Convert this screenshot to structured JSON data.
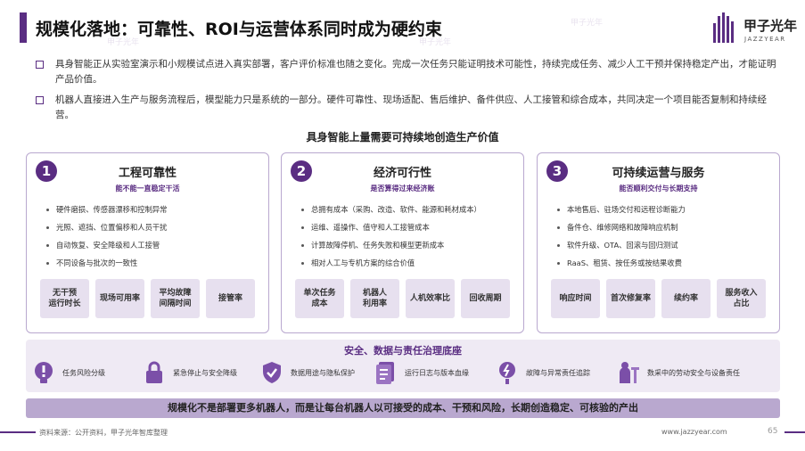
{
  "header": {
    "title": "规模化落地：可靠性、ROI与运营体系同时成为硬约束",
    "logo_cn": "甲子光年",
    "logo_en": "JAZZYEAR"
  },
  "bullets": [
    "具身智能正从实验室演示和小规模试点进入真实部署，客户评价标准也随之变化。完成一次任务只能证明技术可能性，持续完成任务、减少人工干预并保持稳定产出，才能证明产品价值。",
    "机器人直接进入生产与服务流程后，模型能力只是系统的一部分。硬件可靠性、现场适配、售后维护、备件供应、人工接管和综合成本，共同决定一个项目能否复制和持续经营。"
  ],
  "subtitle": "具身智能上量需要可持续地创造生产价值",
  "cards": [
    {
      "num": "1",
      "title": "工程可靠性",
      "subtitle": "能不能一直稳定干活",
      "items": [
        "硬件磨损、传感器漂移和控制异常",
        "光照、遮挡、位置偏移和人员干扰",
        "自动恢复、安全降级和人工接管",
        "不同设备与批次的一致性"
      ],
      "metrics": [
        "无干预\n运行时长",
        "现场可用率",
        "平均故障\n间隔时间",
        "接管率"
      ]
    },
    {
      "num": "2",
      "title": "经济可行性",
      "subtitle": "是否算得过来经济账",
      "items": [
        "总拥有成本（采购、改造、软件、能源和耗材成本）",
        "运维、遥操作、值守和人工接管成本",
        "计算故障停机、任务失败和模型更新成本",
        "相对人工与专机方案的综合价值"
      ],
      "metrics": [
        "单次任务\n成本",
        "机器人\n利用率",
        "人机效率比",
        "回收周期"
      ]
    },
    {
      "num": "3",
      "title": "可持续运营与服务",
      "subtitle": "能否顺利交付与长期支持",
      "items": [
        "本地售后、驻场交付和远程诊断能力",
        "备件仓、维修网络和故障响应机制",
        "软件升级、OTA、回滚与回归测试",
        "RaaS、租赁、按任务或按结果收费"
      ],
      "metrics": [
        "响应时间",
        "首次修复率",
        "续约率",
        "服务收入\n占比"
      ]
    }
  ],
  "governance": {
    "title": "安全、数据与责任治理底座",
    "items": [
      {
        "icon": "risk-bulb-icon",
        "label": "任务风险分级"
      },
      {
        "icon": "emergency-stop-icon",
        "label": "紧急停止与安全降级"
      },
      {
        "icon": "shield-check-icon",
        "label": "数据用途与隐私保护"
      },
      {
        "icon": "log-document-icon",
        "label": "运行日志与版本血缘"
      },
      {
        "icon": "fault-trace-icon",
        "label": "故障与异常责任追踪"
      },
      {
        "icon": "worker-safety-icon",
        "label": "数采中的劳动安全与设备责任"
      }
    ]
  },
  "conclusion": "规模化不是部署更多机器人，而是让每台机器人以可接受的成本、干预和风险，长期创造稳定、可核验的产出",
  "footer": {
    "source": "资料来源：公开资料，甲子光年智库整理",
    "site": "www.jazzyear.com",
    "page": "65"
  },
  "colors": {
    "brand": "#5a2d82",
    "metric_bg": "#e7e0ef",
    "card_border": "#b9a8cf",
    "governance_bg": "#efeaf4"
  }
}
